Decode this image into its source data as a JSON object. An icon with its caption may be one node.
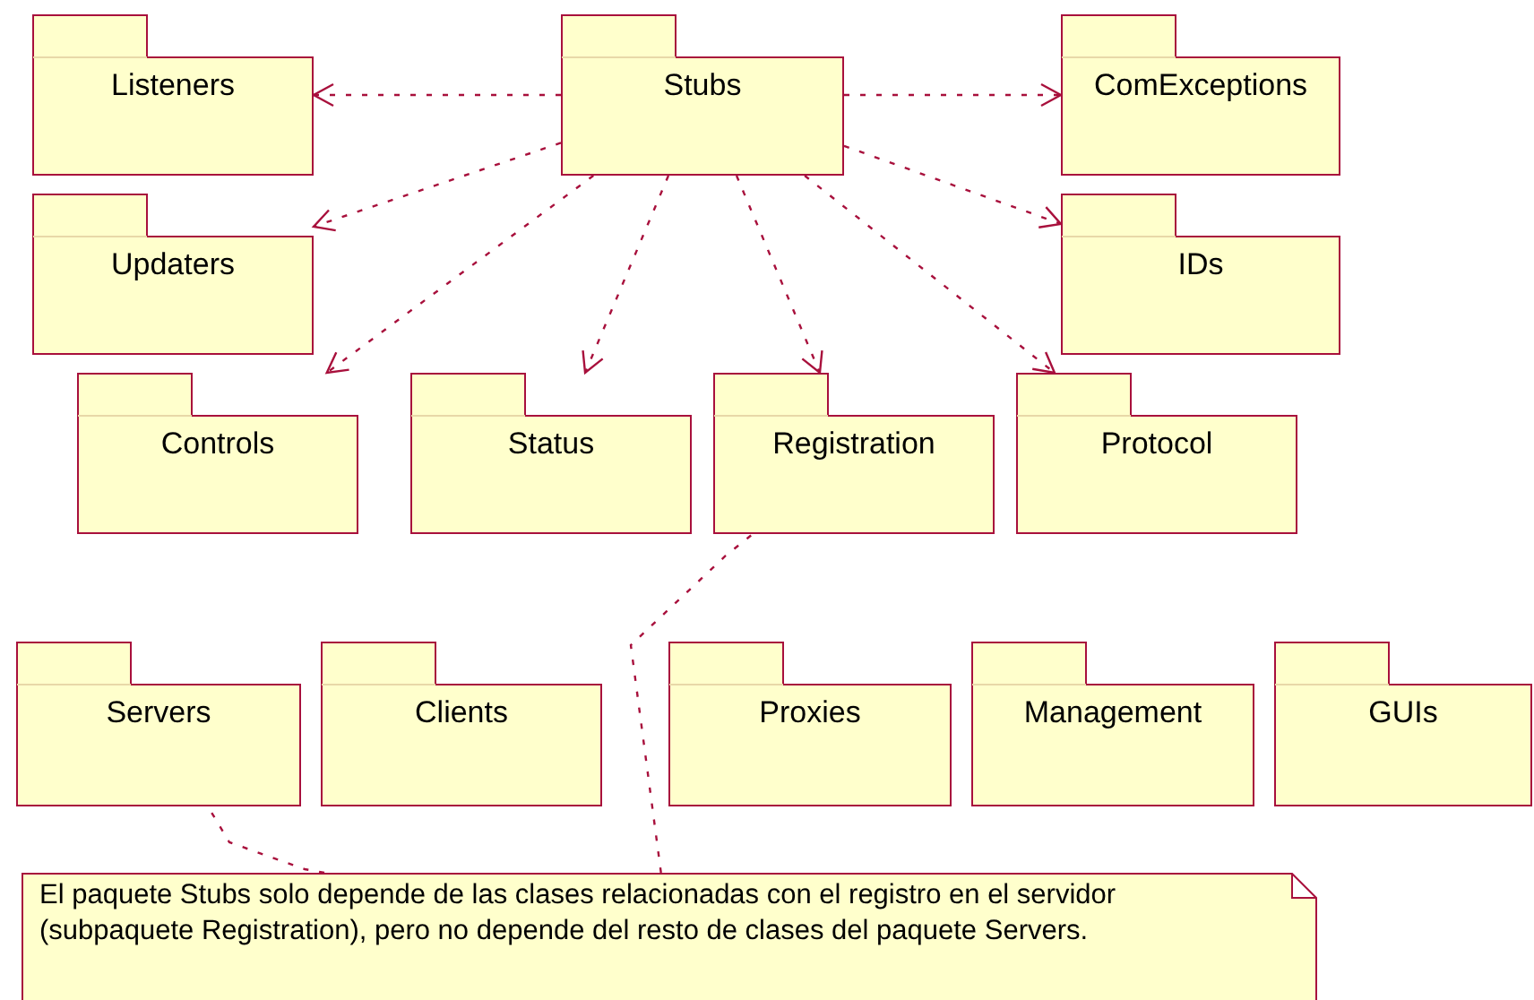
{
  "diagram": {
    "nodes": [
      {
        "text": [
          "Listeners"
        ]
      },
      {
        "text": [
          "Stubs"
        ]
      },
      {
        "text": [
          "ComExceptions"
        ]
      },
      {
        "text": [
          "Updaters"
        ]
      },
      {
        "text": [
          "IDs"
        ]
      },
      {
        "text": [
          "Controls"
        ]
      },
      {
        "text": [
          "Status"
        ]
      },
      {
        "text": [
          "Registration"
        ]
      },
      {
        "text": [
          "Protocol"
        ]
      },
      {
        "text": [
          "Servers"
        ]
      },
      {
        "text": [
          "Clients"
        ]
      },
      {
        "text": [
          "Proxies"
        ]
      },
      {
        "text": [
          "Management"
        ]
      },
      {
        "text": [
          "GUIs"
        ]
      },
      {
        "text": [
          "El paquete Stubs solo depende de las clases relacionadas con el registro en el servidor (subpaquete Registration), pero no depende del resto de clases del paquete Servers."
        ]
      }
    ],
    "edges": [
      {
        "from": 1,
        "to": 0,
        "arrow": "to",
        "style": "dashed"
      },
      {
        "from": 1,
        "to": 2,
        "arrow": "to",
        "style": "dashed"
      },
      {
        "from": 1,
        "to": 3,
        "arrow": "to",
        "style": "dashed"
      },
      {
        "from": 1,
        "to": 4,
        "arrow": "to",
        "style": "dashed"
      },
      {
        "from": 1,
        "to": 5,
        "arrow": "to",
        "style": "dashed"
      },
      {
        "from": 1,
        "to": 6,
        "arrow": "to",
        "style": "dashed"
      },
      {
        "from": 1,
        "to": 7,
        "arrow": "to",
        "style": "dashed"
      },
      {
        "from": 1,
        "to": 8,
        "arrow": "to",
        "style": "dashed"
      },
      {
        "from": 14,
        "to": 9,
        "arrow": "none",
        "style": "dashed"
      },
      {
        "from": 14,
        "to": 7,
        "arrow": "none",
        "style": "dashed"
      }
    ]
  }
}
